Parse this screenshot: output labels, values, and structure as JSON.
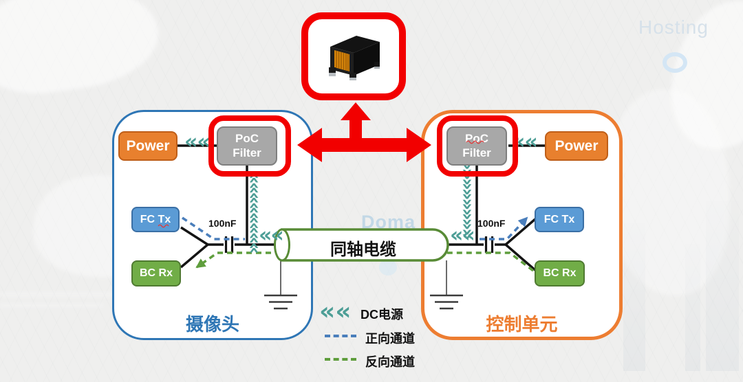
{
  "watermarks": {
    "hosting": "Hosting",
    "domain": "Doma"
  },
  "camera_unit": {
    "title": "摄像头",
    "power_label": "Power",
    "poc_filter_line1": "PoC",
    "poc_filter_line2": "Filter",
    "fc_tx_label": "FC Tx",
    "bc_rx_label": "BC Rx",
    "capacitor_value": "100nF"
  },
  "control_unit": {
    "title": "控制单元",
    "power_label": "Power",
    "poc_filter_line1": "PoC",
    "poc_filter_line2": "Filter",
    "fc_tx_label": "FC Tx",
    "bc_rx_label": "BC Rx",
    "capacitor_value": "100nF"
  },
  "cable": {
    "label": "同轴电缆"
  },
  "legend": {
    "dc_power_label": "DC电源",
    "forward_channel_label": "正向通道",
    "backward_channel_label": "反向通道"
  },
  "glyphs": {
    "chevron_pair": "««",
    "chevron_column": "««««««««"
  },
  "colors": {
    "highlight_red": "#f20000",
    "camera_border_blue": "#2e76b5",
    "control_border_orange": "#ed7d31",
    "dc_chevron_teal": "#4d9e96",
    "forward_channel_blue": "#4a7ebb",
    "backward_channel_green": "#5f9e3d",
    "cable_green": "#588b36"
  }
}
